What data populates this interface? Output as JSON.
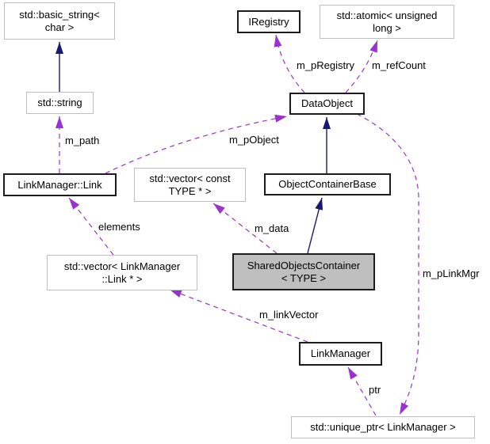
{
  "colors": {
    "usage_edge": "#9a32cd",
    "inheritance_edge": "#191970",
    "node_border_dark": "#1c1c1c",
    "node_border_light": "#bfbfbf",
    "main_node_fill": "#bfbfbf",
    "canvas_bg": "#ffffff",
    "text": "#000000"
  },
  "nodes": [
    {
      "id": "std-basic-string",
      "label": "std::basic_string<\nchar >",
      "style": "external"
    },
    {
      "id": "iregistry",
      "label": "IRegistry",
      "style": "linked"
    },
    {
      "id": "std-atomic-unsigned-long",
      "label": "std::atomic< unsigned\nlong >",
      "style": "external"
    },
    {
      "id": "std-string",
      "label": "std::string",
      "style": "external"
    },
    {
      "id": "dataobject",
      "label": "DataObject",
      "style": "linked"
    },
    {
      "id": "linkmanager-link",
      "label": "LinkManager::Link",
      "style": "linked"
    },
    {
      "id": "std-vector-const-type",
      "label": "std::vector< const\nTYPE * >",
      "style": "external"
    },
    {
      "id": "objectcontainerbase",
      "label": "ObjectContainerBase",
      "style": "linked"
    },
    {
      "id": "sharedobjectscontainer",
      "label": "SharedObjectsContainer\n< TYPE >",
      "style": "main"
    },
    {
      "id": "std-vector-linkmanager-link",
      "label": "std::vector< LinkManager\n::Link * >",
      "style": "external"
    },
    {
      "id": "linkmanager",
      "label": "LinkManager",
      "style": "linked"
    },
    {
      "id": "std-unique-ptr-linkmanager",
      "label": "std::unique_ptr< LinkManager >",
      "style": "external"
    }
  ],
  "edges": [
    {
      "from": "std::string",
      "to": "std::basic_string< char >",
      "type": "inheritance",
      "label": ""
    },
    {
      "from": "ObjectContainerBase",
      "to": "DataObject",
      "type": "inheritance",
      "label": ""
    },
    {
      "from": "SharedObjectsContainer< TYPE >",
      "to": "ObjectContainerBase",
      "type": "inheritance",
      "label": ""
    },
    {
      "from": "LinkManager::Link",
      "to": "std::string",
      "type": "usage",
      "label": "m_path"
    },
    {
      "from": "LinkManager::Link",
      "to": "DataObject",
      "type": "usage",
      "label": "m_pObject"
    },
    {
      "from": "DataObject",
      "to": "IRegistry",
      "type": "usage",
      "label": "m_pRegistry"
    },
    {
      "from": "DataObject",
      "to": "std::atomic< unsigned long >",
      "type": "usage",
      "label": "m_refCount"
    },
    {
      "from": "std::vector< LinkManager::Link * >",
      "to": "LinkManager::Link",
      "type": "usage",
      "label": "elements"
    },
    {
      "from": "SharedObjectsContainer< TYPE >",
      "to": "std::vector< const TYPE * >",
      "type": "usage",
      "label": "m_data"
    },
    {
      "from": "LinkManager",
      "to": "std::vector< LinkManager::Link * >",
      "type": "usage",
      "label": "m_linkVector"
    },
    {
      "from": "std::unique_ptr< LinkManager >",
      "to": "LinkManager",
      "type": "usage",
      "label": "ptr"
    },
    {
      "from": "DataObject",
      "to": "std::unique_ptr< LinkManager >",
      "type": "usage",
      "label": "m_pLinkMgr"
    }
  ]
}
